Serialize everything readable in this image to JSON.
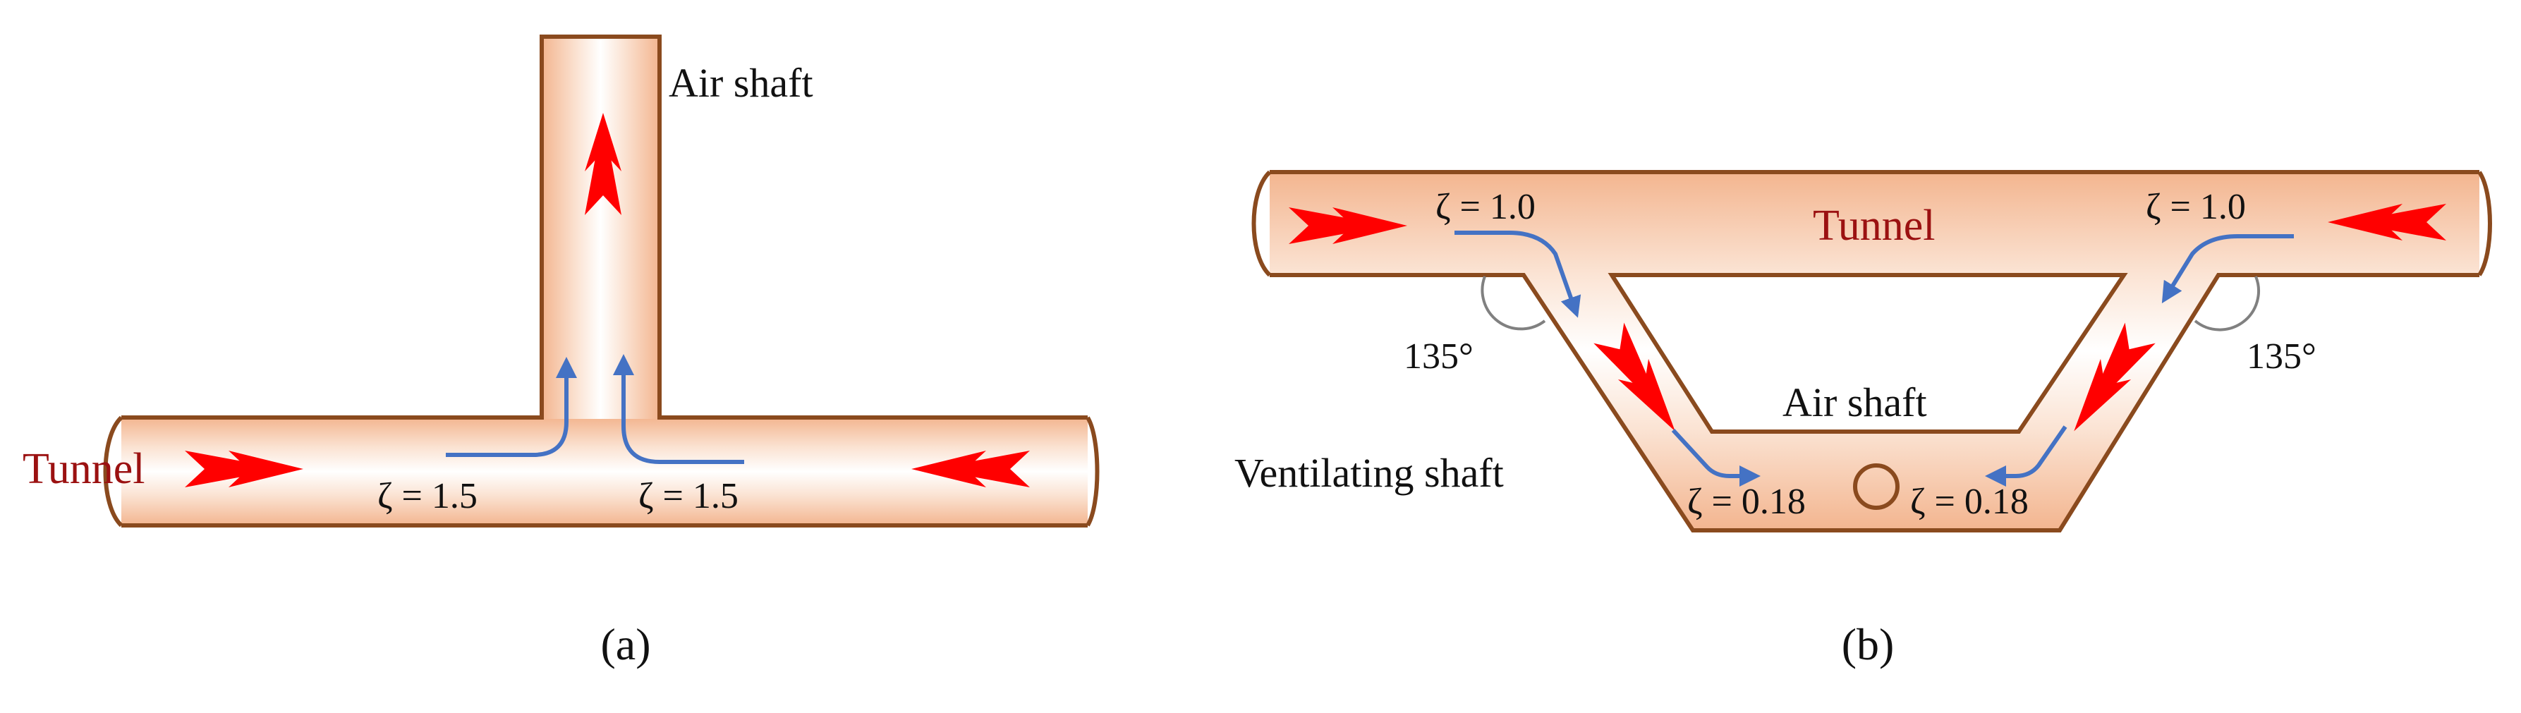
{
  "colors": {
    "pipe_outline": "#8a4a1e",
    "pipe_fill_edge": "#f3b58f",
    "pipe_fill_center": "#ffffff",
    "red_arrow": "#ff0000",
    "blue_arrow": "#4472c4",
    "tunnel_label": "#9b1111",
    "text": "#111111",
    "angle_arc": "#808080"
  },
  "panel_a": {
    "air_shaft_label": "Air shaft",
    "tunnel_label": "Tunnel",
    "zeta_left": "ζ = 1.5",
    "zeta_right": "ζ = 1.5",
    "caption": "(a)"
  },
  "panel_b": {
    "tunnel_label": "Tunnel",
    "air_shaft_label": "Air shaft",
    "ventilating_shaft_label": "Ventilating shaft",
    "zeta_top_left": "ζ = 1.0",
    "zeta_top_right": "ζ = 1.0",
    "zeta_bottom_left": "ζ = 0.18",
    "zeta_bottom_right": "ζ = 0.18",
    "angle_left": "135°",
    "angle_right": "135°",
    "caption": "(b)"
  }
}
